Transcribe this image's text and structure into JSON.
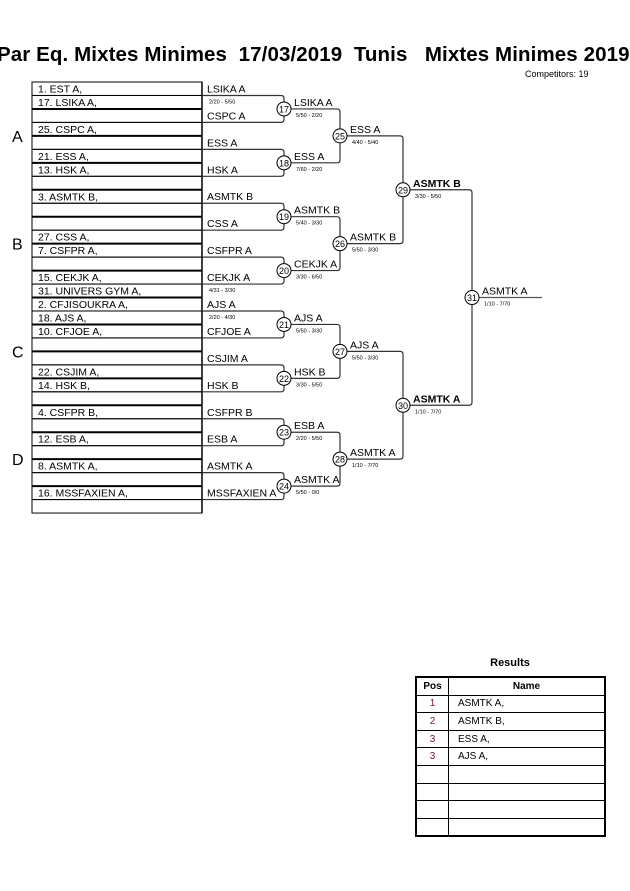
{
  "header": {
    "title": "Par Eq. Mixtes Minimes  17/03/2019  Tunis   Mixtes Minimes 2019",
    "competitors": "Competitors: 19"
  },
  "groups": [
    "A",
    "B",
    "C",
    "D"
  ],
  "entries": [
    "1.  EST A,",
    "17.  LSIKA A,",
    "",
    "25.  CSPC A,",
    "",
    "21.  ESS A,",
    "13.  HSK  A,",
    "",
    "3.  ASMTK  B,",
    "",
    "",
    "27.  CSS A,",
    "7.  CSFPR  A,",
    "",
    "15.  CEKJK A,",
    "31.  UNIVERS GYM A,",
    "2.  CFJISOUKRA A,",
    "18.  AJS A,",
    "10.  CFJOE A,",
    "",
    "",
    "22.  CSJIM A,",
    "14.  HSK  B,",
    "",
    "4.  CSFPR  B,",
    "",
    "12.  ESB A,",
    "",
    "8.  ASMTK  A,",
    "",
    "16.  MSSFAXIEN A,",
    ""
  ],
  "round1": [
    {
      "top": "LSIKA A",
      "bottom": "CSPC A",
      "score": "2/20 - 5/50",
      "score_pos": "top"
    },
    {
      "top": "ESS A",
      "bottom": "HSK  A",
      "score": "",
      "score_pos": "top"
    },
    {
      "top": "ASMTK  B",
      "bottom": "CSS A",
      "score": "",
      "score_pos": "top"
    },
    {
      "top": "CSFPR  A",
      "bottom": "CEKJK A",
      "score": "4/31 - 3/30",
      "score_pos": "bottom"
    },
    {
      "top": "AJS A",
      "bottom": "CFJOE A",
      "score": "2/20 - 4/30",
      "score_pos": "top"
    },
    {
      "top": "CSJIM A",
      "bottom": "HSK  B",
      "score": "",
      "score_pos": "top"
    },
    {
      "top": "CSFPR  B",
      "bottom": "ESB A",
      "score": "",
      "score_pos": "top"
    },
    {
      "top": "ASMTK  A",
      "bottom": "MSSFAXIEN A",
      "score": "",
      "score_pos": "top"
    }
  ],
  "matches": [
    {
      "num": "17",
      "winner": "LSIKA A",
      "score": "5/50 - 2/20"
    },
    {
      "num": "18",
      "winner": "ESS A",
      "score": "7/60 - 2/20"
    },
    {
      "num": "19",
      "winner": "ASMTK  B",
      "score": "5/40 - 3/30"
    },
    {
      "num": "20",
      "winner": "CEKJK A",
      "score": "3/30 - 6/50"
    },
    {
      "num": "21",
      "winner": "AJS A",
      "score": "5/50 - 3/30"
    },
    {
      "num": "22",
      "winner": "HSK  B",
      "score": "3/30 - 5/50"
    },
    {
      "num": "23",
      "winner": "ESB A",
      "score": "2/20 - 5/50"
    },
    {
      "num": "24",
      "winner": "ASMTK  A",
      "score": "5/50 - 0/0"
    },
    {
      "num": "25",
      "winner": "ESS A",
      "score": "4/40 - 5/40"
    },
    {
      "num": "26",
      "winner": "ASMTK  B",
      "score": "5/50 - 3/30"
    },
    {
      "num": "27",
      "winner": "AJS A",
      "score": "5/50 - 3/30"
    },
    {
      "num": "28",
      "winner": "ASMTK  A",
      "score": "1/10 - 7/70"
    },
    {
      "num": "29",
      "winner": "ASMTK  B",
      "score": "3/30 - 5/50"
    },
    {
      "num": "30",
      "winner": "ASMTK  A",
      "score": "1/10 - 7/70"
    },
    {
      "num": "31",
      "winner": "ASMTK  A",
      "score": "1/10 - 7/70"
    }
  ],
  "results": {
    "title": "Results",
    "headers": {
      "pos": "Pos",
      "name": "Name"
    },
    "rows": [
      {
        "pos": "1",
        "name": "ASMTK  A,"
      },
      {
        "pos": "2",
        "name": "ASMTK  B,"
      },
      {
        "pos": "3",
        "name": "ESS A,"
      },
      {
        "pos": "3",
        "name": "AJS A,"
      },
      {
        "pos": "",
        "name": ""
      },
      {
        "pos": "",
        "name": ""
      },
      {
        "pos": "",
        "name": ""
      },
      {
        "pos": "",
        "name": ""
      }
    ],
    "pos_color": "#7a1040"
  }
}
